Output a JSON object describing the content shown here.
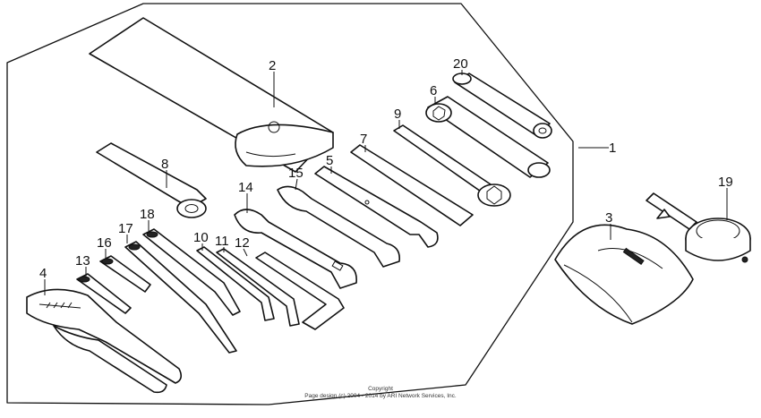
{
  "callouts": [
    {
      "id": "c1",
      "text": "1"
    },
    {
      "id": "c2",
      "text": "2"
    },
    {
      "id": "c3",
      "text": "3"
    },
    {
      "id": "c4",
      "text": "4"
    },
    {
      "id": "c5",
      "text": "5"
    },
    {
      "id": "c6",
      "text": "6"
    },
    {
      "id": "c7",
      "text": "7"
    },
    {
      "id": "c8",
      "text": "8"
    },
    {
      "id": "c9",
      "text": "9"
    },
    {
      "id": "c10",
      "text": "10"
    },
    {
      "id": "c11",
      "text": "11"
    },
    {
      "id": "c12",
      "text": "12"
    },
    {
      "id": "c13",
      "text": "13"
    },
    {
      "id": "c14",
      "text": "14"
    },
    {
      "id": "c15",
      "text": "15"
    },
    {
      "id": "c16",
      "text": "16"
    },
    {
      "id": "c17",
      "text": "17"
    },
    {
      "id": "c18",
      "text": "18"
    },
    {
      "id": "c19",
      "text": "19"
    },
    {
      "id": "c20",
      "text": "20"
    }
  ],
  "copyright": {
    "line1": "Copyright",
    "line2": "Page design (c) 2004 - 2014 by ARI Network Services, Inc."
  }
}
